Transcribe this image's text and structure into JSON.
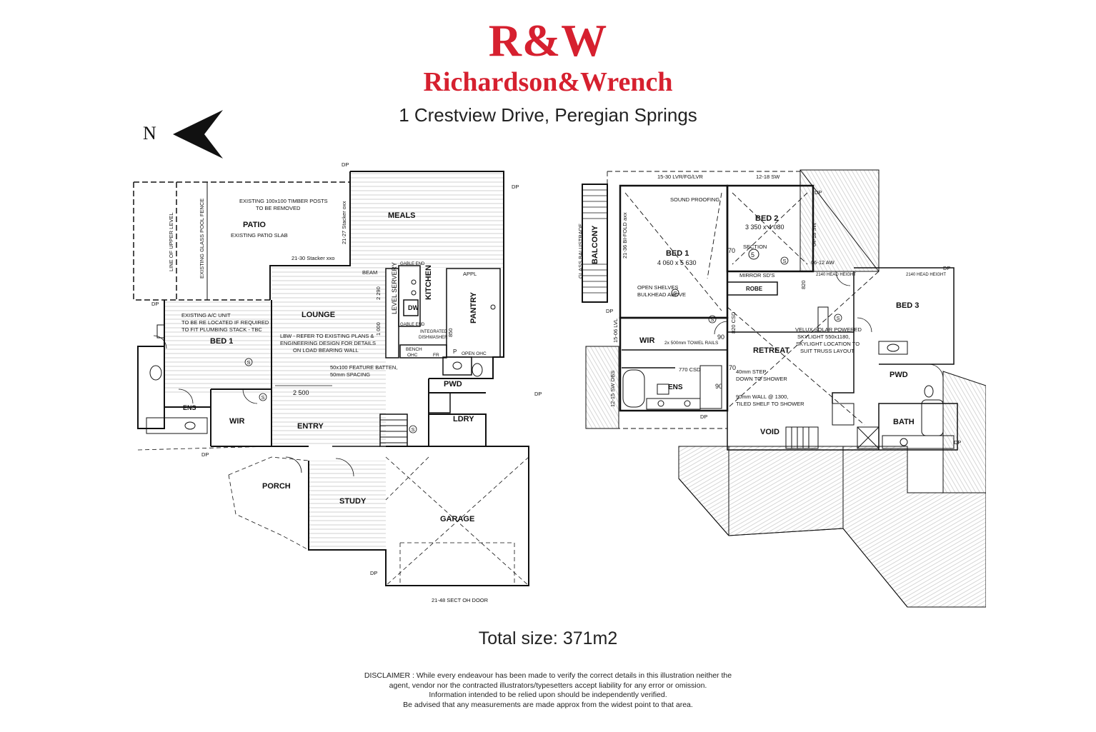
{
  "header": {
    "logo": "R&W",
    "brand": "Richardson&Wrench",
    "address": "1 Crestview Drive, Peregian Springs",
    "north": "N"
  },
  "ground_floor": {
    "rooms": {
      "meals": "MEALS",
      "patio": "PATIO",
      "lounge": "LOUNGE",
      "bed1": "BED 1",
      "kitchen": "KITCHEN",
      "pantry": "PANTRY",
      "pwd": "PWD",
      "ldry": "LDRY",
      "entry": "ENTRY",
      "ens": "ENS",
      "wir": "WIR",
      "porch": "PORCH",
      "study": "STUDY",
      "garage": "GARAGE",
      "dw": "DW"
    },
    "notes": {
      "timber_posts_1": "EXISTING 100x100 TIMBER POSTS",
      "timber_posts_2": "TO BE REMOVED",
      "patio_slab": "EXISTING PATIO SLAB",
      "stacker_xxo": "21-30 Stacker xxo",
      "stacker_oxx": "21-27 Stacker oxx",
      "beam": "BEAM",
      "upper_level": "LINE OF UPPER LEVEL",
      "pool_fence": "EXISTING GLASS POOL FENCE",
      "ac_1": "EXISTING A/C UNIT",
      "ac_2": "TO BE RE LOCATED IF REQUIRED",
      "ac_3": "TO FIT PLUMBING STACK - TBC",
      "lbw_1": "LBW - REFER TO EXISTING PLANS &",
      "lbw_2": "ENGINEERING DESIGN FOR DETAILS",
      "lbw_3": "ON LOAD BEARING WALL",
      "batten_1": "50x100 FEATURE BATTEN,",
      "batten_2": "50mm SPACING",
      "dim_2500": "2 500",
      "level_servery": "LEVEL SERVERY",
      "dim_2290": "2 290",
      "dim_1000": "1 000",
      "dim_850": "850",
      "gable_end_top": "GABLE END",
      "gable_end_bottom": "GABLE END",
      "integrated_1": "INTEGRATED",
      "integrated_2": "DISHWASHER",
      "appl": "APPL",
      "bench": "BENCH",
      "ohc": "OHC",
      "fr": "FR",
      "p": "P",
      "open_ohc": "OPEN OHC",
      "garage_door": "21-48 SECT OH DOOR",
      "dp": "DP"
    }
  },
  "upper_floor": {
    "rooms": {
      "bed1": "BED 1",
      "bed1_size": "4 060 x 5 630",
      "bed2": "BED 2",
      "bed2_size": "3 350 x 4 080",
      "bed3": "BED 3",
      "balcony": "BALCONY",
      "wir": "WIR",
      "ens": "ENS",
      "retreat": "RETREAT",
      "pwd": "PWD",
      "bath": "BATH",
      "void": "VOID",
      "robe": "ROBE"
    },
    "notes": {
      "lvr": "15-30 LVR/FG/LVR",
      "sw_1218": "12-18 SW",
      "sound": "SOUND PROOFING",
      "bifold": "21-36 BI-FOLD axx",
      "glass_bal": "GLASS BALUSTRADE",
      "section": "SECTION",
      "section_num": "5",
      "mirror": "MIRROR SD'S",
      "sw_0418": "04-18 SW",
      "aw_0612": "06-12 AW",
      "head_1": "2140 HEAD HEIGHT",
      "head_2": "2140 HEAD HEIGHT",
      "csd_820": "820 CSD",
      "dim_820": "820",
      "dim_70a": "70",
      "dim_70b": "70",
      "dim_90a": "90",
      "dim_90b": "90",
      "shelves_1": "OPEN SHELVES",
      "shelves_2": "BULKHEAD ABOVE",
      "towel": "2x 500mm TOWEL RAILS",
      "csd_770": "770 CSD",
      "lvl_1506": "15-06 LVL",
      "sw_1215": "12-15 SW OBS",
      "step_1": "40mm STEP",
      "step_2": "DOWN TO SHOWER",
      "wall_1": "90mm WALL @ 1300,",
      "wall_2": "TILED SHELF TO SHOWER",
      "velux_1": "VELUX SOLAR POWERED",
      "velux_2": "SKYLIGHT 550x1180,",
      "velux_3": "SKYLIGHT LOCATION TO",
      "velux_4": "SUIT TRUSS LAYOUT",
      "dp": "DP"
    }
  },
  "footer": {
    "total_label": "Total size:",
    "total_value": "371m2",
    "disclaimer_1": "DISCLAIMER : While every endeavour has been made to verify the correct details in this illustration neither the",
    "disclaimer_2": "agent, vendor nor the contracted illustrators/typesetters accept liability for any error or omission.",
    "disclaimer_3": "Information intended to be relied upon should be independently verified.",
    "disclaimer_4": "Be advised that any measurements are made approx from the widest point to that area."
  },
  "colors": {
    "brand_red": "#d6202f",
    "line": "#111111",
    "hatch": "#bdbdbd"
  }
}
